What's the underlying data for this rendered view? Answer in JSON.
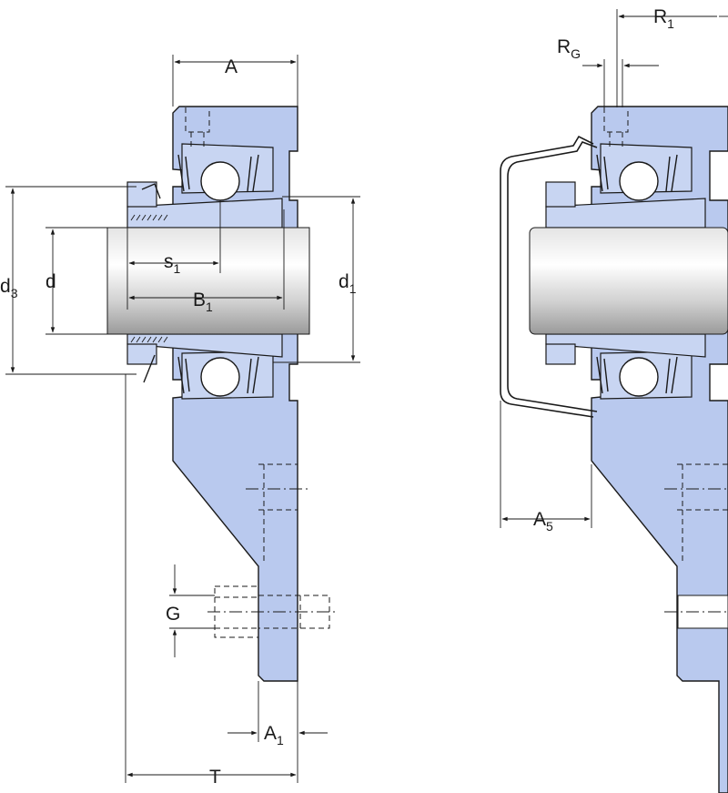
{
  "colors": {
    "housing": "#b9c9ee",
    "ring": "#c8d5f2",
    "line": "#1a1a1a",
    "background": "#ffffff"
  },
  "labels": {
    "A": {
      "main": "A",
      "sub": ""
    },
    "d3": {
      "main": "d",
      "sub": "3"
    },
    "d": {
      "main": "d",
      "sub": ""
    },
    "s1": {
      "main": "s",
      "sub": "1"
    },
    "B1": {
      "main": "B",
      "sub": "1"
    },
    "d1": {
      "main": "d",
      "sub": "1"
    },
    "G": {
      "main": "G",
      "sub": ""
    },
    "A1": {
      "main": "A",
      "sub": "1"
    },
    "T": {
      "main": "T",
      "sub": ""
    },
    "R1": {
      "main": "R",
      "sub": "1"
    },
    "RG": {
      "main": "R",
      "sub": "G"
    },
    "A5": {
      "main": "A",
      "sub": "5"
    }
  }
}
